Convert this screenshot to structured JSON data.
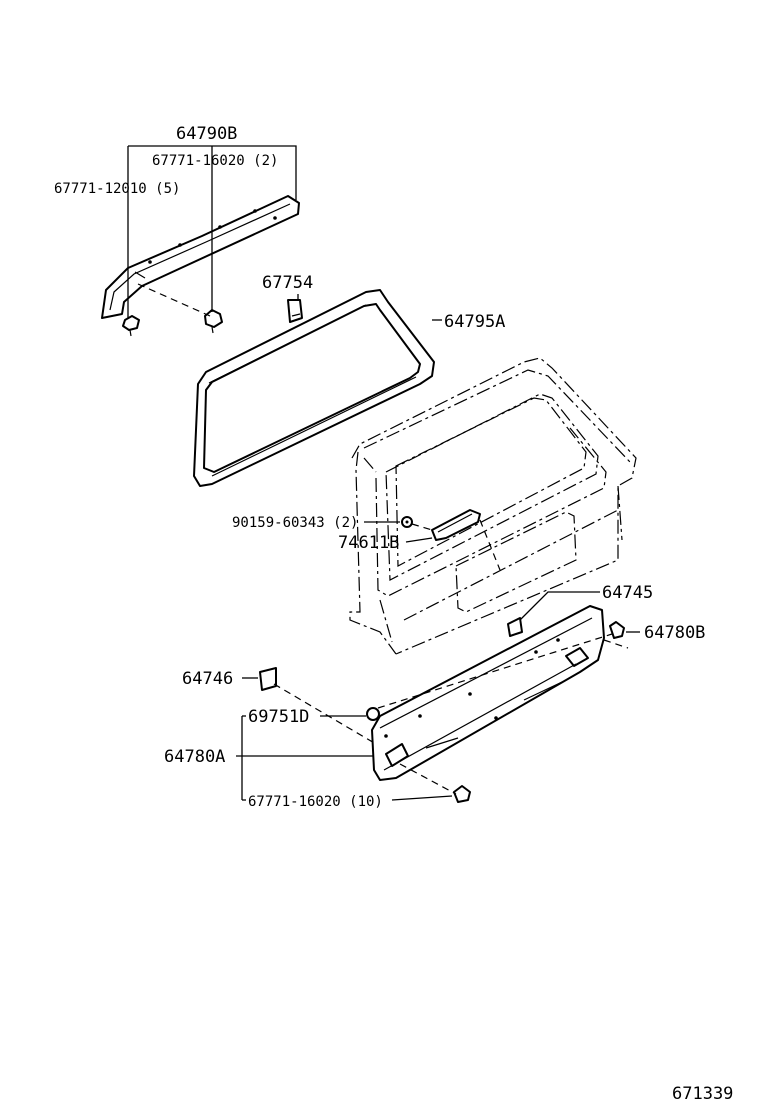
{
  "labels": {
    "p64790B": "64790B",
    "p67771_16020_2": "67771-16020 (2)",
    "p67771_12010_5": "67771-12010 (5)",
    "p67754": "67754",
    "p64795A": "64795A",
    "p90159_60343_2": "90159-60343 (2)",
    "p74611B": "74611B",
    "p64745": "64745",
    "p64780B": "64780B",
    "p64746": "64746",
    "p69751D": "69751D",
    "p64780A": "64780A",
    "p67771_16020_10": "67771-16020 (10)"
  },
  "diagram_number": "671339"
}
